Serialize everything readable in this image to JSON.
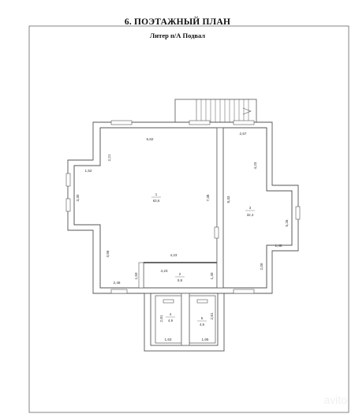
{
  "title": "6. ПОЭТАЖНЫЙ ПЛАН",
  "subtitle": "Литер п/А Подвал",
  "rooms": [
    {
      "number": "1",
      "area": "63,6"
    },
    {
      "number": "2",
      "area": "5,9"
    },
    {
      "number": "3",
      "area": "32,4"
    },
    {
      "number": "4",
      "area": "4,9"
    },
    {
      "number": "5",
      "area": "4,6"
    }
  ],
  "dimensions": {
    "main_top": "6,62",
    "main_left_upper": "2,21",
    "main_left_bay": "1,52",
    "main_bay_height": "3,30",
    "main_right": "7,38",
    "main_left_lower": "4,56",
    "main_bottom": "4,23",
    "small_top": "4,23",
    "small_left": "1,50",
    "small_right": "1,40",
    "bottom_left": "2,48",
    "right_top": "2,67",
    "right_upper": "4,23",
    "right_left": "8,33",
    "right_bay": "5,26",
    "right_bay_bottom": "1,48",
    "right_lower": "2,00",
    "r4_left": "2,81",
    "r4_bottom": "1,63",
    "r5_right": "2,81",
    "r5_bottom": "1,65"
  },
  "watermark": "avito"
}
